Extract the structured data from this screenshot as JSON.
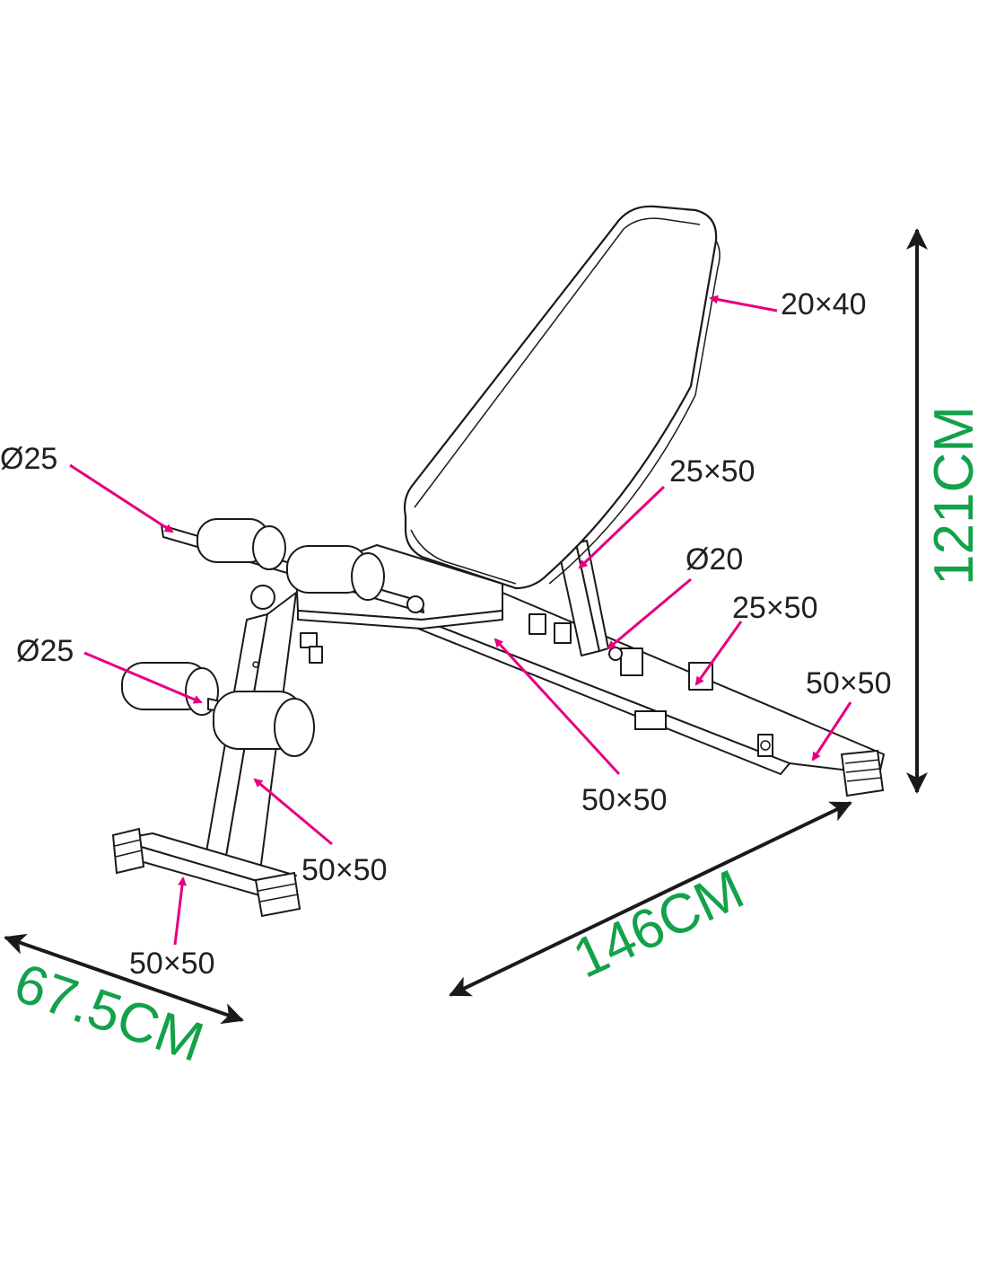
{
  "colors": {
    "callout_arrow": "#e6007e",
    "dimension_text": "#13a14a",
    "dimension_arrow": "#1a1a1a",
    "drawing_line": "#1a1a1a",
    "label_text": "#231f20"
  },
  "callouts": {
    "backrest_frame": "20×40",
    "leg_roller_bar_top": "Ø25",
    "leg_roller_bar_bottom": "Ø25",
    "backrest_support": "25×50",
    "adjust_pin": "Ø20",
    "seat_support": "25×50",
    "rear_foot": "50×50",
    "main_beam": "50×50",
    "front_upright": "50×50",
    "front_foot": "50×50"
  },
  "dimensions": {
    "height": "121CM",
    "length": "146CM",
    "width": "67.5CM"
  }
}
